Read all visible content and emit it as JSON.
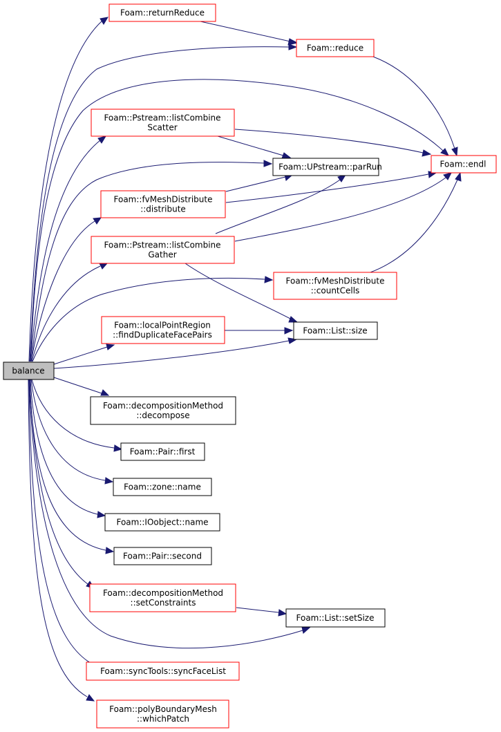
{
  "colors": {
    "edge": "#191970",
    "root_fill": "#bfbfbf",
    "red_border": "#ff0000",
    "black_border": "#000000"
  },
  "nodes": {
    "balance": {
      "lines": [
        "balance"
      ]
    },
    "returnReduce": {
      "lines": [
        "Foam::returnReduce"
      ]
    },
    "reduce": {
      "lines": [
        "Foam::reduce"
      ]
    },
    "listCombineScatter": {
      "lines": [
        "Foam::Pstream::listCombine",
        "Scatter"
      ]
    },
    "endl": {
      "lines": [
        "Foam::endl"
      ]
    },
    "parRun": {
      "lines": [
        "Foam::UPstream::parRun"
      ]
    },
    "fvDistribute": {
      "lines": [
        "Foam::fvMeshDistribute",
        "::distribute"
      ]
    },
    "listCombineGather": {
      "lines": [
        "Foam::Pstream::listCombine",
        "Gather"
      ]
    },
    "countCells": {
      "lines": [
        "Foam::fvMeshDistribute",
        "::countCells"
      ]
    },
    "findDuplicateFacePairs": {
      "lines": [
        "Foam::localPointRegion",
        "::findDuplicateFacePairs"
      ]
    },
    "listSize": {
      "lines": [
        "Foam::List::size"
      ]
    },
    "decompose": {
      "lines": [
        "Foam::decompositionMethod",
        "::decompose"
      ]
    },
    "pairFirst": {
      "lines": [
        "Foam::Pair::first"
      ]
    },
    "zoneName": {
      "lines": [
        "Foam::zone::name"
      ]
    },
    "iobjectName": {
      "lines": [
        "Foam::IOobject::name"
      ]
    },
    "pairSecond": {
      "lines": [
        "Foam::Pair::second"
      ]
    },
    "setConstraints": {
      "lines": [
        "Foam::decompositionMethod",
        "::setConstraints"
      ]
    },
    "listSetSize": {
      "lines": [
        "Foam::List::setSize"
      ]
    },
    "syncFaceList": {
      "lines": [
        "Foam::syncTools::syncFaceList"
      ]
    },
    "whichPatch": {
      "lines": [
        "Foam::polyBoundaryMesh",
        "::whichPatch"
      ]
    }
  }
}
